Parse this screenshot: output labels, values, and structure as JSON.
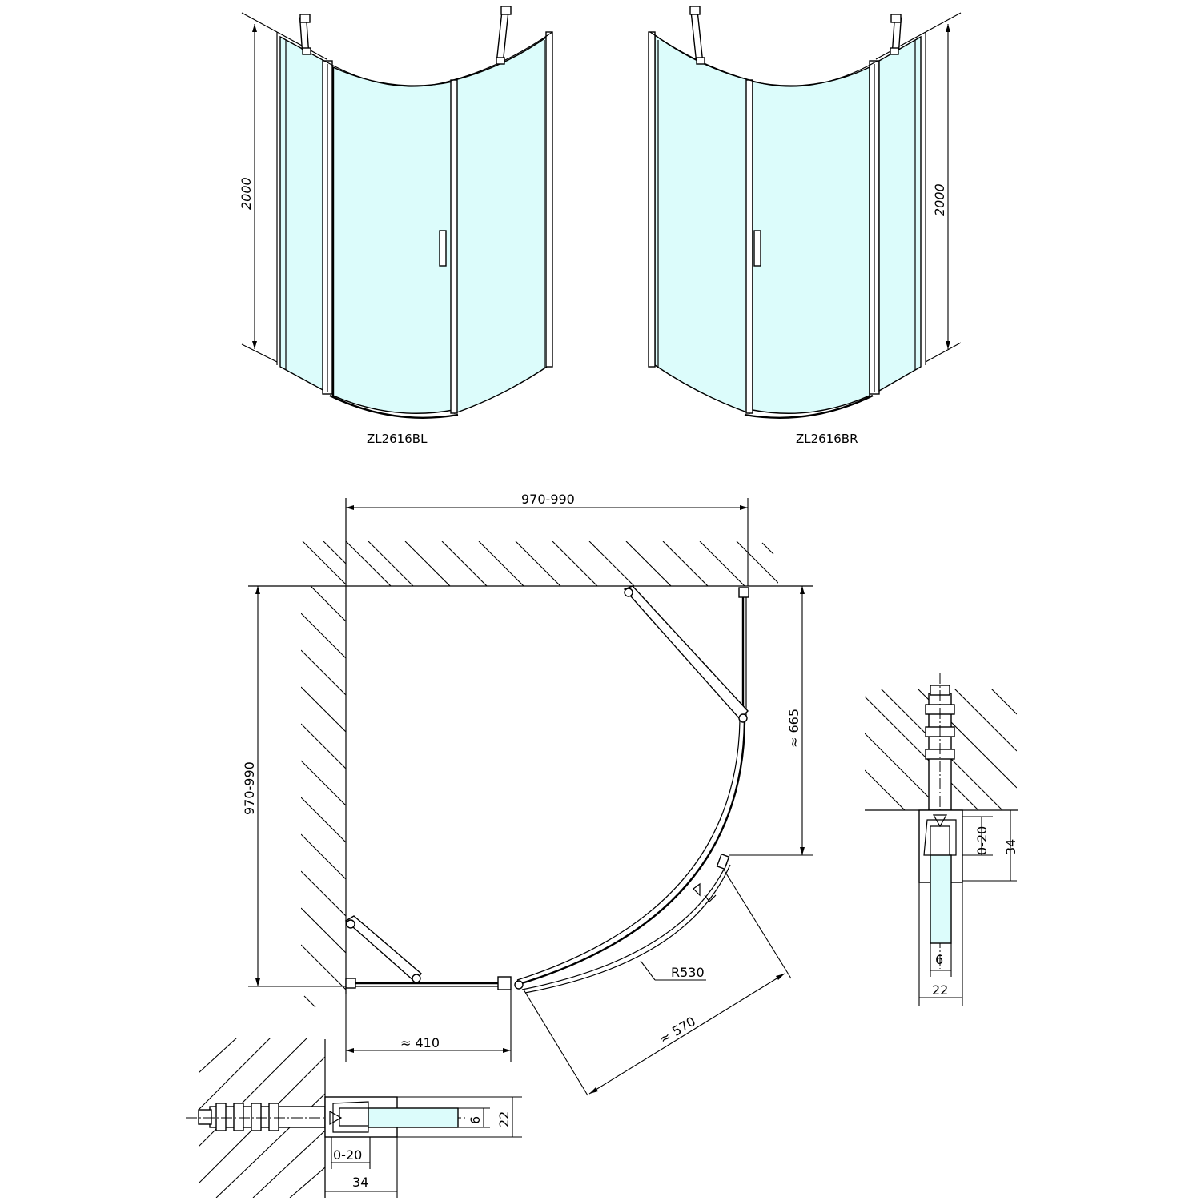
{
  "models": {
    "left": {
      "label": "ZL2616BL",
      "height": "2000"
    },
    "right": {
      "label": "ZL2616BR",
      "height": "2000"
    }
  },
  "plan": {
    "width": "970-990",
    "depth": "970-990",
    "fixed_panel": "≈ 665",
    "fixed_panel_front": "≈ 410",
    "door_width": "≈ 570",
    "radius": "R530"
  },
  "profile_detail_right": {
    "adjust": "0-20",
    "depth": "34",
    "glass": "6",
    "width": "22"
  },
  "profile_detail_bottom": {
    "adjust": "0-20",
    "depth": "34",
    "glass": "6",
    "width": "22"
  },
  "colors": {
    "glass": "#dcfcfb",
    "line": "#000000"
  }
}
